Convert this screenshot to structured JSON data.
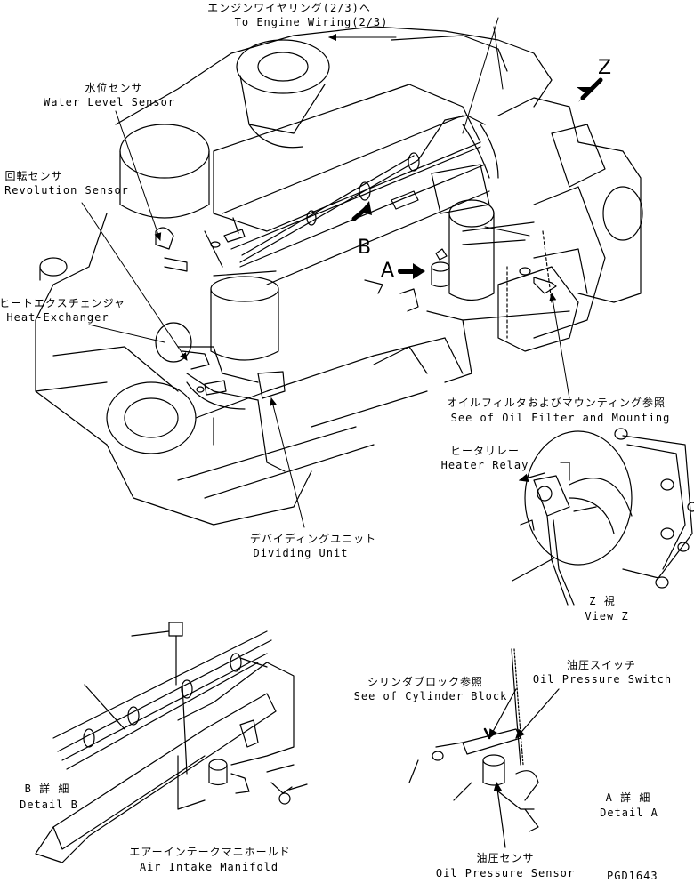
{
  "labels": {
    "engine_wiring_jp": "エンジンワイヤリング(2/3)へ",
    "engine_wiring_en": "To Engine Wiring(2/3)",
    "water_level_jp": "水位センサ",
    "water_level_en": "Water Level Sensor",
    "revolution_jp": "回転センサ",
    "revolution_en": "Revolution Sensor",
    "heat_exchanger_jp": "ヒートエクスチェンジャ",
    "heat_exchanger_en": "Heat-Exchanger",
    "oil_filter_jp": "オイルフィルタおよびマウンティング参照",
    "oil_filter_en": "See of Oil Filter and Mounting",
    "heater_relay_jp": "ヒータリレー",
    "heater_relay_en": "Heater Relay",
    "dividing_unit_jp": "デバイディングユニット",
    "dividing_unit_en": "Dividing Unit",
    "view_z_jp": "Z 視",
    "view_z_en": "View Z",
    "cylinder_block_jp": "シリンダブロック参照",
    "cylinder_block_en": "See of Cylinder Block",
    "oil_switch_jp": "油圧スイッチ",
    "oil_switch_en": "Oil Pressure Switch",
    "detail_b_jp": "B 詳 細",
    "detail_b_en": "Detail B",
    "detail_a_jp": "A 詳 細",
    "detail_a_en": "Detail A",
    "air_intake_jp": "エアーインテークマニホールド",
    "air_intake_en": "Air Intake Manifold",
    "oil_sensor_jp": "油圧センサ",
    "oil_sensor_en": "Oil Pressure Sensor",
    "drawing_code": "PGD1643"
  },
  "markers": {
    "z": "Z",
    "b": "B",
    "a": "A"
  },
  "colors": {
    "ink": "#000000",
    "paper": "#ffffff"
  }
}
